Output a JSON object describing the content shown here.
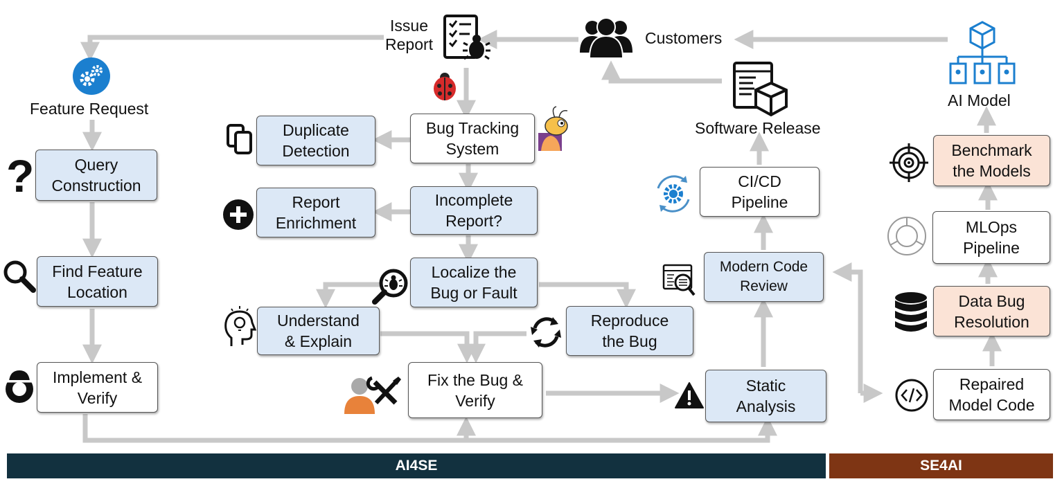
{
  "colors": {
    "blue_box": "#dce8f6",
    "peach_box": "#fbe3d6",
    "arrow": "#c8c8c8",
    "ai4se_band": "#12313f",
    "se4ai_band": "#7e3514",
    "icon_blue": "#1b7fcf"
  },
  "labels": {
    "issue_report": "Issue\nReport",
    "customers": "Customers",
    "feature_request": "Feature Request",
    "software_release": "Software Release",
    "ai_model": "AI Model"
  },
  "boxes": {
    "duplicate_detection": "Duplicate\nDetection",
    "bug_tracking_system": "Bug Tracking\nSystem",
    "report_enrichment": "Report\nEnrichment",
    "incomplete_report": "Incomplete\nReport?",
    "query_construction": "Query\nConstruction",
    "find_feature_location": "Find Feature\nLocation",
    "implement_verify": "Implement &\nVerify",
    "localize_bug": "Localize the\nBug or Fault",
    "understand_explain": "Understand\n& Explain",
    "reproduce_bug": "Reproduce\nthe Bug",
    "fix_bug_verify": "Fix the Bug &\nVerify",
    "static_analysis": "Static\nAnalysis",
    "modern_code_review": "Modern Code\nReview",
    "cicd_pipeline": "CI/CD\nPipeline",
    "benchmark_models": "Benchmark\nthe Models",
    "mlops_pipeline": "MLOps\nPipeline",
    "data_bug_resolution": "Data Bug\nResolution",
    "repaired_model_code": "Repaired\nModel Code"
  },
  "bands": {
    "ai4se": "AI4SE",
    "se4ai": "SE4AI"
  },
  "icons": [
    "checklist-bug-icon",
    "people-group-icon",
    "ai-model-hierarchy-icon",
    "gears-icon",
    "ladybug-icon",
    "ant-mascot-icon",
    "copy-icon",
    "plus-circle-icon",
    "question-mark-icon",
    "magnifier-icon",
    "magnifier-bug-icon",
    "lightbulb-head-icon",
    "cycle-arrows-icon",
    "worker-helmet-icon",
    "engineer-tools-icon",
    "warning-icon",
    "code-review-icon",
    "cicd-gear-icon",
    "software-package-icon",
    "target-icon",
    "circle-cycle-icon",
    "database-icon",
    "code-brackets-icon"
  ]
}
